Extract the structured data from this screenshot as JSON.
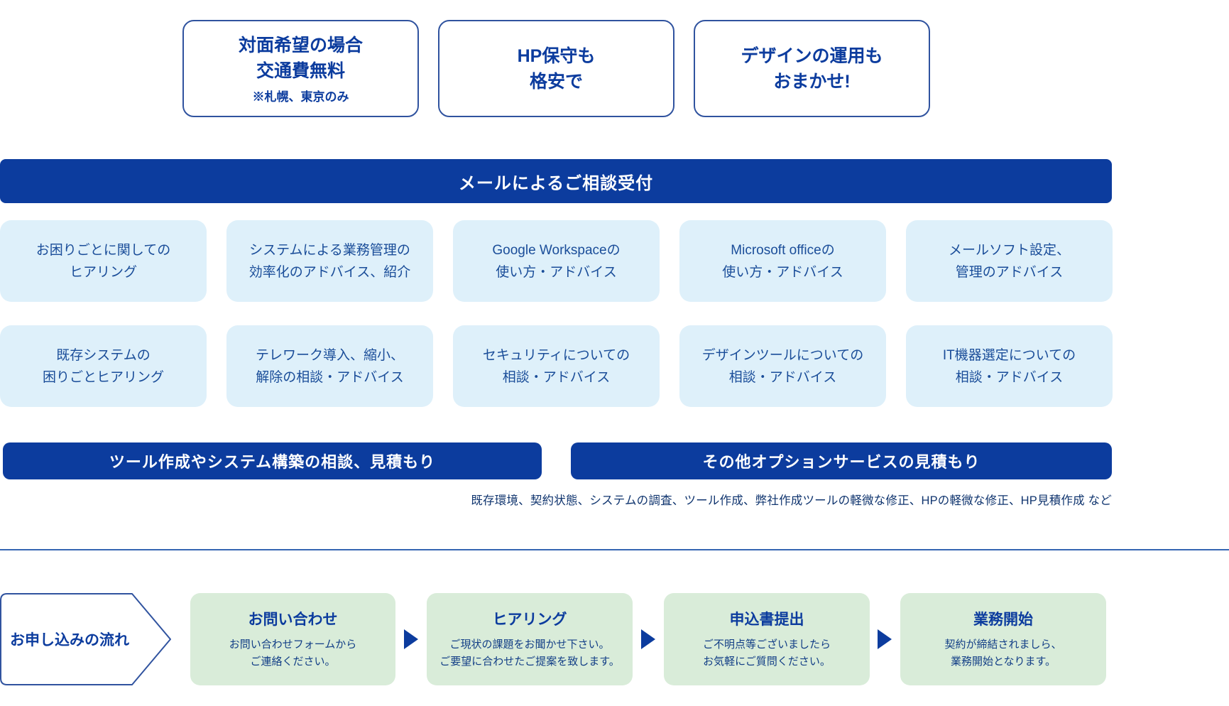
{
  "colors": {
    "navy": "#0c3c9e",
    "light_blue": "#def0fa",
    "light_green": "#d9ecd9",
    "box_text_blue": "#1a4d99",
    "white": "#ffffff"
  },
  "badges": [
    {
      "title_line1": "対面希望の場合",
      "title_line2": "交通費無料",
      "note": "※札幌、東京のみ"
    },
    {
      "title_line1": "HP保守も",
      "title_line2": "格安で"
    },
    {
      "title_line1": "デザインの運用も",
      "title_line2": "おまかせ!"
    }
  ],
  "consult_banner": {
    "label": "メールによるご相談受付"
  },
  "consult_items": [
    {
      "line1": "お困りごとに関しての",
      "line2": "ヒアリング"
    },
    {
      "line1": "システムによる業務管理の",
      "line2": "効率化のアドバイス、紹介"
    },
    {
      "line1": "Google Workspaceの",
      "line2": "使い方・アドバイス"
    },
    {
      "line1": "Microsoft officeの",
      "line2": "使い方・アドバイス"
    },
    {
      "line1": "メールソフト設定、",
      "line2": "管理のアドバイス"
    },
    {
      "line1": "既存システムの",
      "line2": "困りごとヒアリング"
    },
    {
      "line1": "テレワーク導入、縮小、",
      "line2": "解除の相談・アドバイス"
    },
    {
      "line1": "セキュリティについての",
      "line2": "相談・アドバイス"
    },
    {
      "line1": "デザインツールについての",
      "line2": "相談・アドバイス"
    },
    {
      "line1": "IT機器選定についての",
      "line2": "相談・アドバイス"
    }
  ],
  "estimate_banners": {
    "left_label": "ツール作成やシステム構築の相談、見積もり",
    "right_label": "その他オプションサービスの見積もり",
    "right_note": "既存環境、契約状態、システムの調査、ツール作成、弊社作成ツールの軽微な修正、HPの軽微な修正、HP見積作成 など"
  },
  "application_flow": {
    "label": "お申し込みの流れ",
    "steps": [
      {
        "title": "お問い合わせ",
        "body_line1": "お問い合わせフォームから",
        "body_line2": "ご連絡ください。"
      },
      {
        "title": "ヒアリング",
        "body_line1": "ご現状の課題をお聞かせ下さい。",
        "body_line2": "ご要望に合わせたご提案を致します。"
      },
      {
        "title": "申込書提出",
        "body_line1": "ご不明点等ございましたら",
        "body_line2": "お気軽にご質問ください。"
      },
      {
        "title": "業務開始",
        "body_line1": "契約が締結されましら、",
        "body_line2": "業務開始となります。"
      }
    ]
  }
}
